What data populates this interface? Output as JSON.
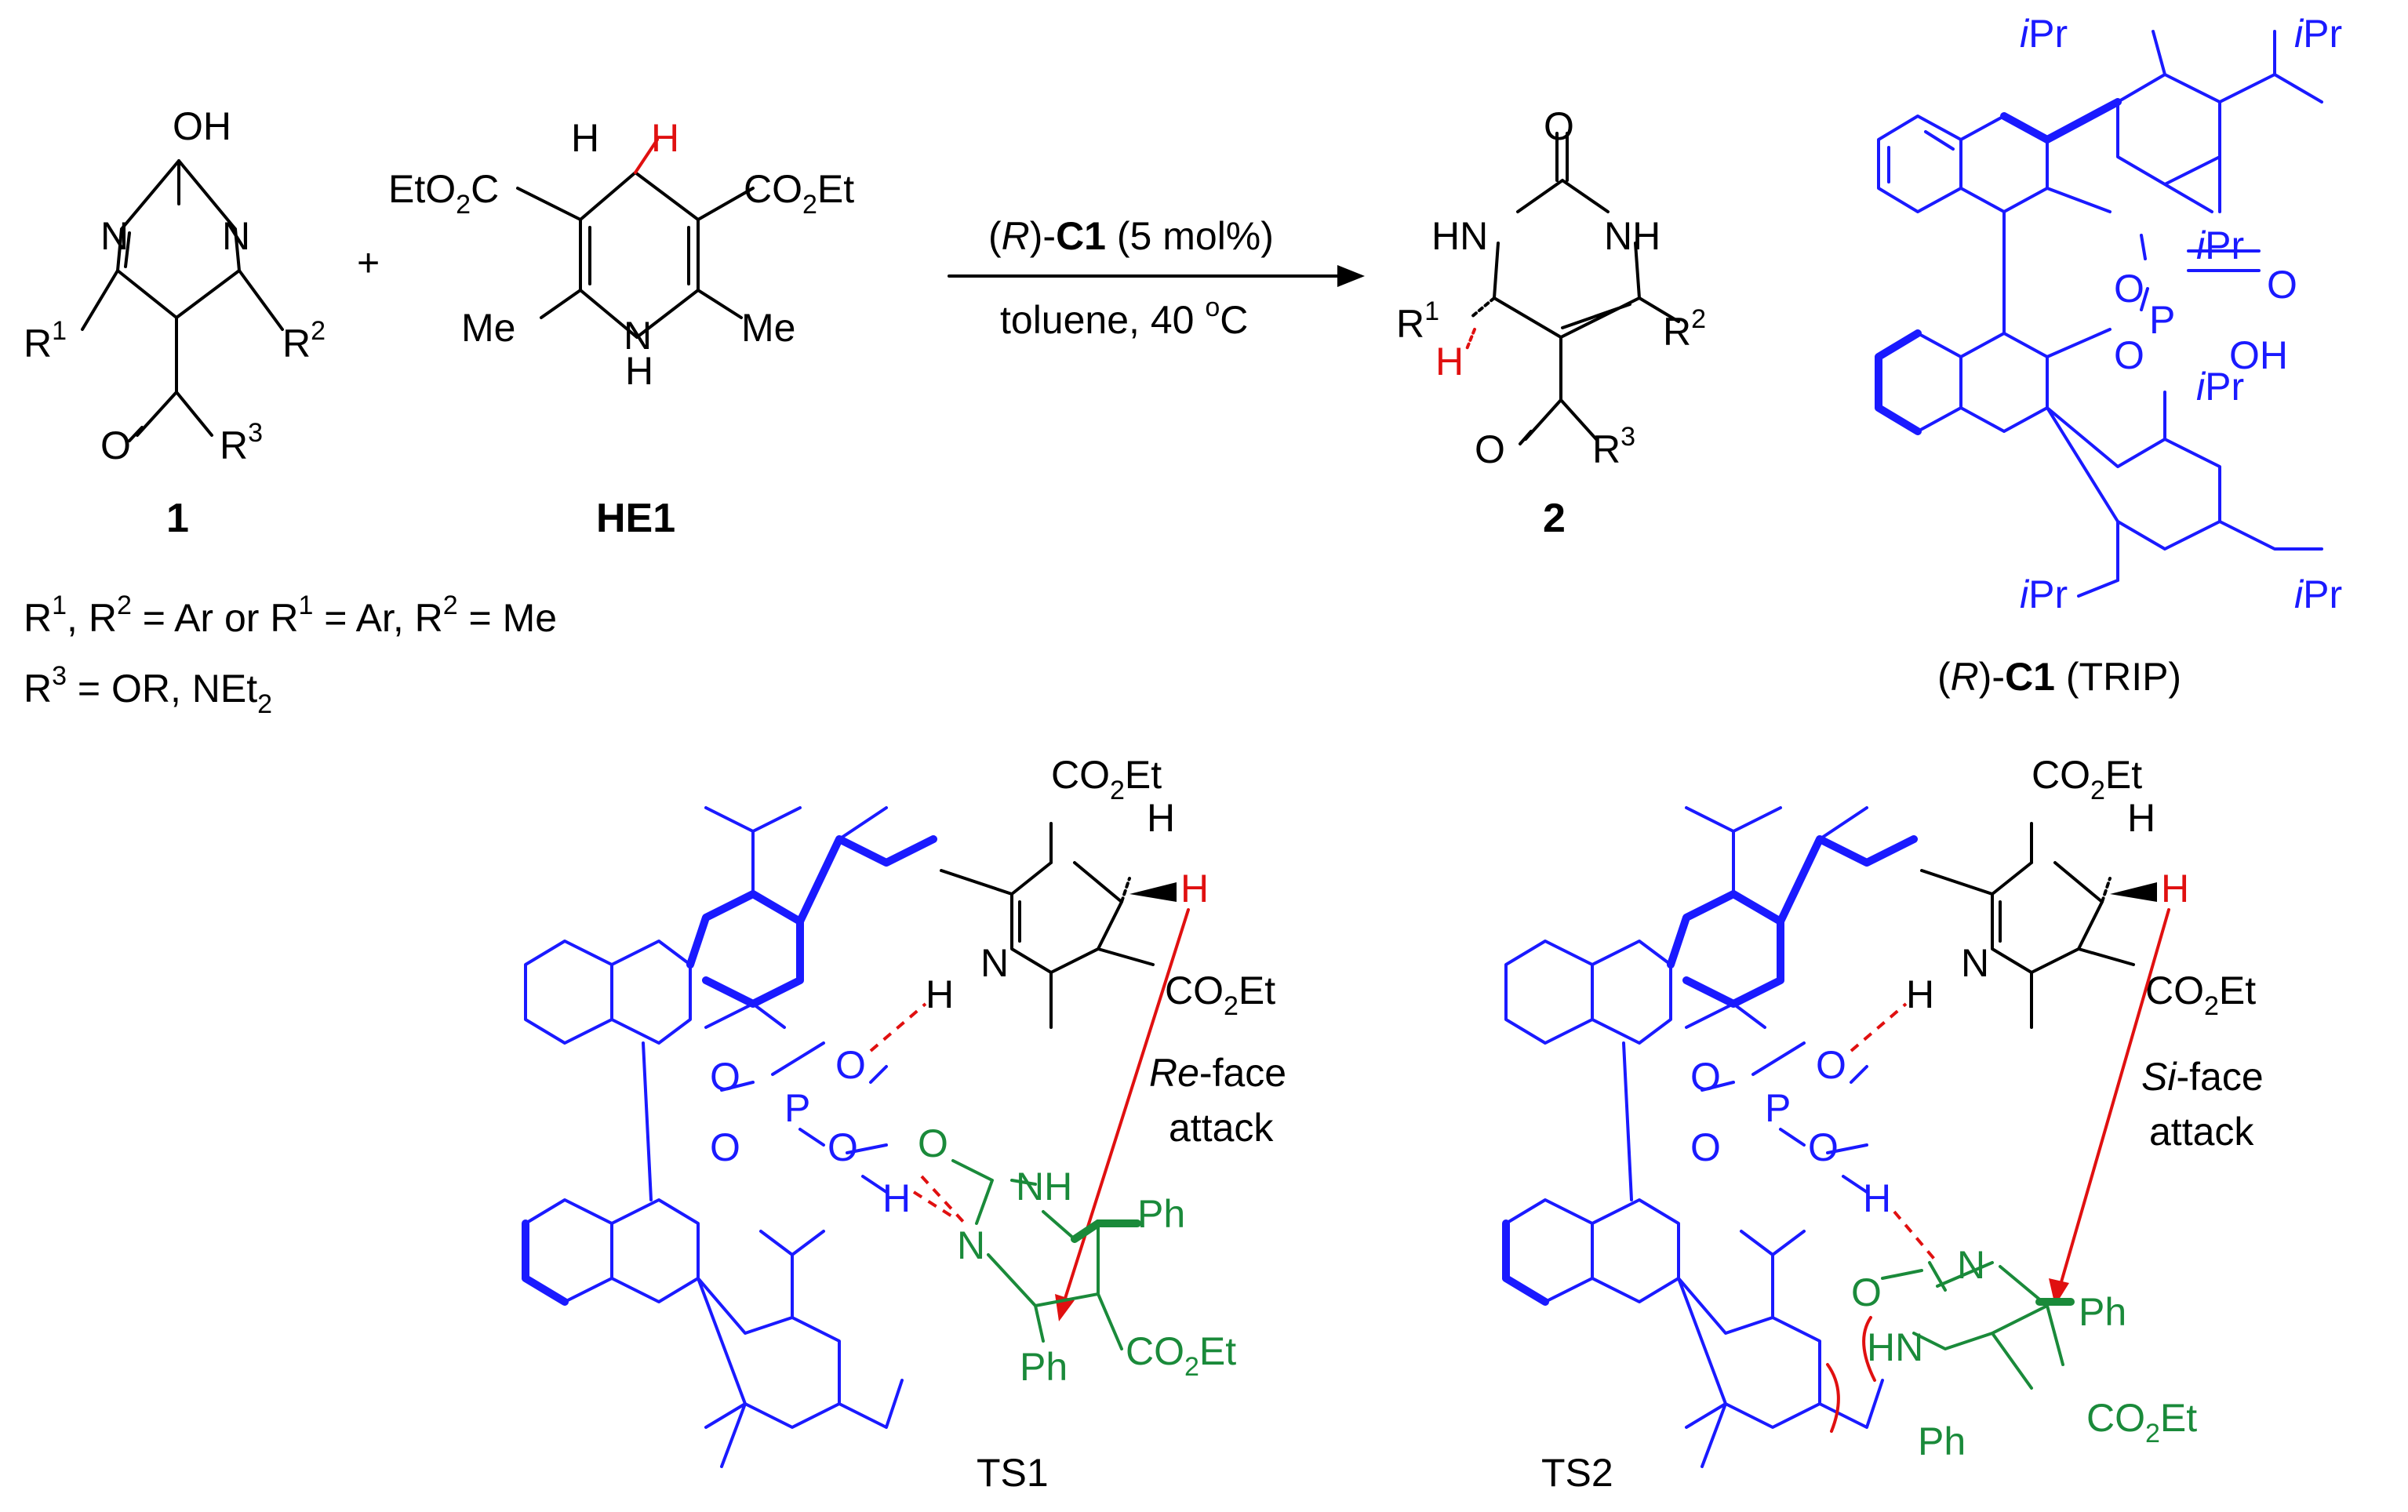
{
  "reactant1": {
    "OH": "OH",
    "N_left": "N",
    "N_right": "N",
    "R1": "R",
    "R1_sup": "1",
    "R2": "R",
    "R2_sup": "2",
    "O": "O",
    "R3": "R",
    "R3_sup": "3",
    "label": "1"
  },
  "plus": "+",
  "hantzsch": {
    "H_top": "H",
    "H_red": "H",
    "ester_left": "EtO",
    "ester_left_sub": "2",
    "ester_left_end": "C",
    "ester_right": "CO",
    "ester_right_sub": "2",
    "ester_right_end": "Et",
    "Me_left": "Me",
    "Me_right": "Me",
    "N": "N",
    "NH": "H",
    "label": "HE1"
  },
  "arrow": {
    "catalyst_paren_open": "(",
    "catalyst_R": "R",
    "catalyst_paren_close": ")-",
    "catalyst_name": "C1",
    "catalyst_loading": " (5 mol%)",
    "conditions": "toluene, 40 ",
    "degree": "o",
    "unit": "C"
  },
  "product2": {
    "O": "O",
    "HN": "HN",
    "NH": "NH",
    "R1": "R",
    "R1_sup": "1",
    "H_red": "H",
    "R2": "R",
    "R2_sup": "2",
    "O2": "O",
    "R3": "R",
    "R3_sup": "3",
    "label": "2"
  },
  "substituents": {
    "line1_parts": [
      "R",
      "1",
      ", R",
      "2",
      " = Ar or R",
      "1",
      " = Ar, R",
      "2",
      " = Me"
    ],
    "line2_parts": [
      "R",
      "3",
      " = OR, NEt",
      "2"
    ]
  },
  "catalyst": {
    "iPr_labels": [
      "i",
      "Pr"
    ],
    "O1": "O",
    "O2": "O",
    "P": "P",
    "O3": "O",
    "OH": "OH",
    "label_open": "(",
    "label_R": "R",
    "label_close": ")-",
    "label_bold": "C1",
    "label_tail": " (TRIP)"
  },
  "ts1": {
    "ester_top": "CO",
    "ester_top_sub": "2",
    "ester_top_end": "Et",
    "H_black": "H",
    "H_red": "H",
    "N": "N",
    "NH_H": "H",
    "ester_right": "CO",
    "ester_right_sub": "2",
    "ester_right_end": "Et",
    "O_a": "O",
    "O_b": "O",
    "P": "P",
    "O_c": "O",
    "O_d": "O",
    "H_blue": "H",
    "face_italic": "Re",
    "face_rest": "-face",
    "attack": "attack",
    "green_O": "O",
    "green_NH": "NH",
    "green_N": "N",
    "Ph_top": "Ph",
    "Ph_bottom": "Ph",
    "green_ester": "CO",
    "green_ester_sub": "2",
    "green_ester_end": "Et",
    "label": "TS1"
  },
  "ts2": {
    "ester_top": "CO",
    "ester_top_sub": "2",
    "ester_top_end": "Et",
    "H_black": "H",
    "H_red": "H",
    "N": "N",
    "NH_H": "H",
    "ester_right": "CO",
    "ester_right_sub": "2",
    "ester_right_end": "Et",
    "O_a": "O",
    "O_b": "O",
    "P": "P",
    "O_c": "O",
    "O_d": "O",
    "H_blue": "H",
    "face_italic": "Si",
    "face_rest": "-face",
    "attack": "attack",
    "green_O": "O",
    "green_HN": "HN",
    "green_N": "N",
    "Ph_top": "Ph",
    "Ph_bottom": "Ph",
    "green_ester": "CO",
    "green_ester_sub": "2",
    "green_ester_end": "Et",
    "label": "TS2"
  },
  "colors": {
    "catalyst": "#1a1aff",
    "substrate_in_ts": "#1a8a3a",
    "transferred_hydride": "#e01010",
    "text": "#000000"
  }
}
